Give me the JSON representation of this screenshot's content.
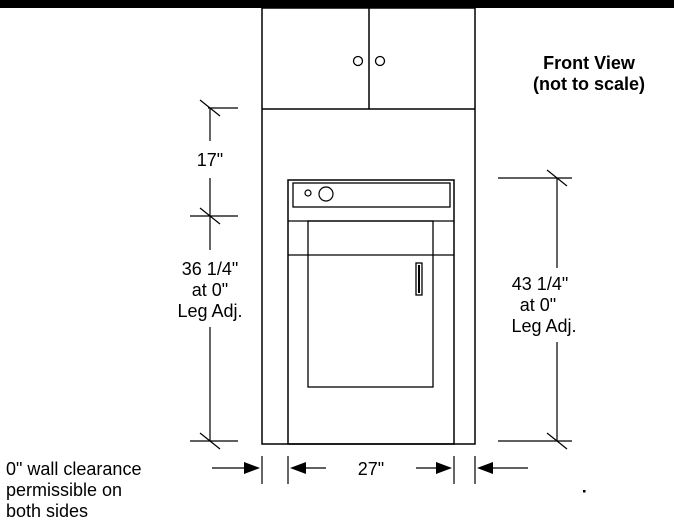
{
  "title": {
    "line1": "Front View",
    "line2": "(not to scale)"
  },
  "dimensions": {
    "cabinet_gap": "17\"",
    "height_left": {
      "line1": "36 1/4\"",
      "line2": "at 0\"",
      "line3": "Leg Adj."
    },
    "height_right": {
      "line1": "43 1/4\"",
      "line2": "at 0\"",
      "line3": "Leg Adj."
    },
    "width": "27\""
  },
  "clearance_note": {
    "line1": "0\" wall clearance",
    "line2": "permissible on",
    "line3": "both sides"
  }
}
